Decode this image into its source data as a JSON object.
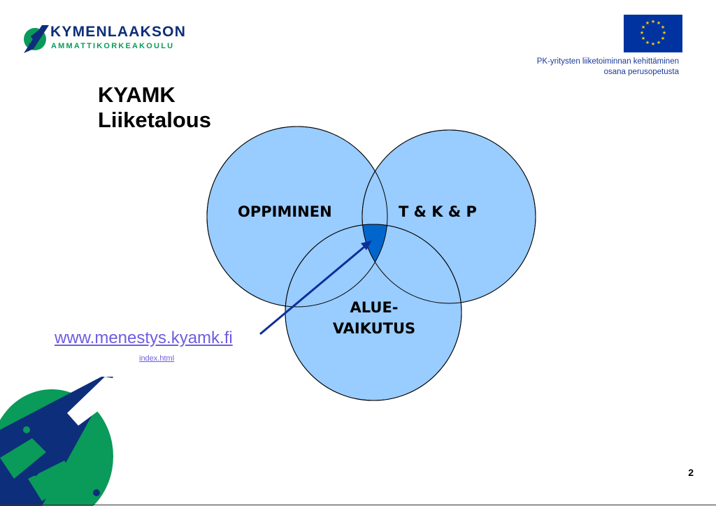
{
  "header": {
    "logo_line1": "KYMENLAAKSON",
    "logo_line2": "AMMATTIKORKEAKOULU",
    "subtitle_line1": "PK-yritysten liiketoiminnan kehittäminen",
    "subtitle_line2": "osana perusopetusta"
  },
  "slide": {
    "title_line1": "KYAMK",
    "title_line2": "Liiketalous"
  },
  "venn": {
    "label_left": "OPPIMINEN",
    "label_right": "T & K & P",
    "label_bottom_line1": "ALUE-",
    "label_bottom_line2": "VAIKUTUS",
    "fill_color": "#99ccff",
    "intersection_color": "#0066cc",
    "arrow_color": "#0d2e9a"
  },
  "links": {
    "main": "www.menestys.kyamk.fi",
    "sub": "index.html"
  },
  "footer": {
    "page_number": "2"
  },
  "colors": {
    "brand_blue": "#0d2e7a",
    "brand_green": "#0a9a5a",
    "eu_blue": "#0033a0",
    "eu_star": "#ffcc00"
  }
}
